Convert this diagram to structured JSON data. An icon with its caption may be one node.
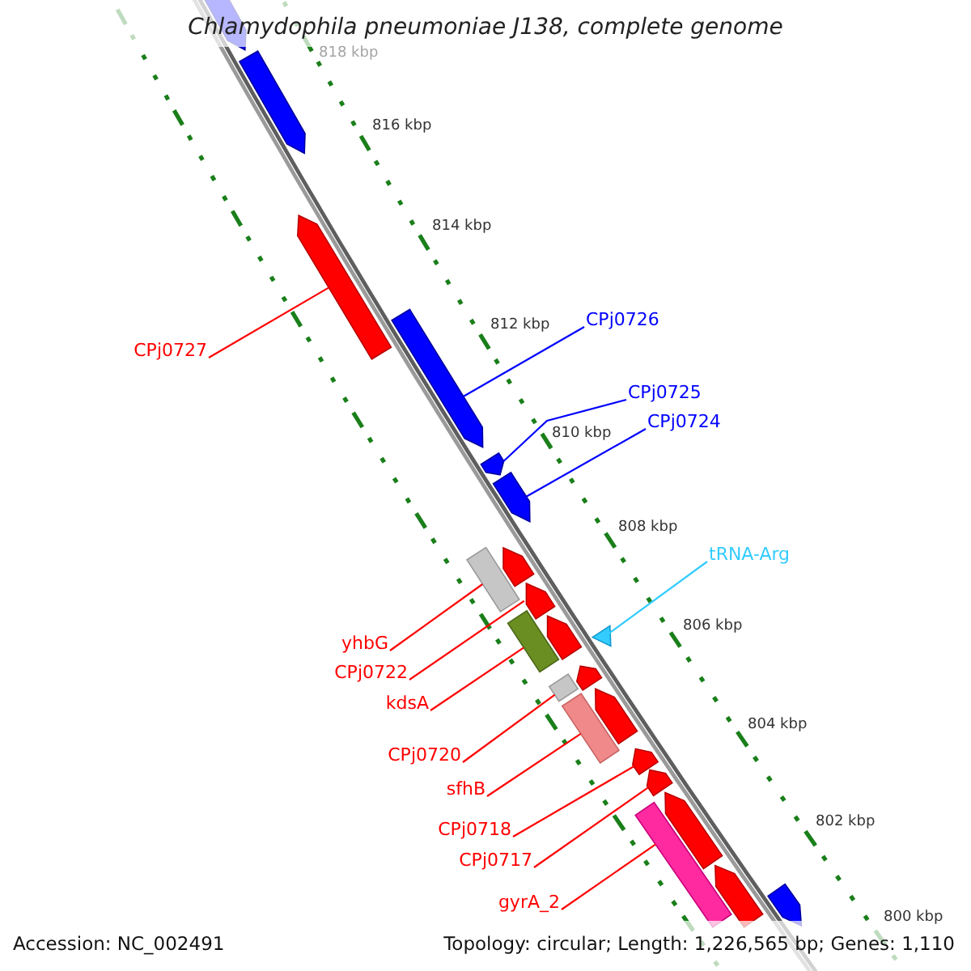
{
  "diagram": {
    "title": "Chlamydophila pneumoniae J138, complete genome",
    "nodes": [
      {
        "text": [
          "CPj0726"
        ]
      },
      {
        "text": [
          "CPj0727"
        ]
      },
      {
        "text": [
          "CPj0725"
        ]
      },
      {
        "text": [
          "CPj0724"
        ]
      },
      {
        "text": [
          "tRNA-Arg"
        ]
      },
      {
        "text": [
          "yhbG"
        ]
      },
      {
        "text": [
          "CPj0722"
        ]
      },
      {
        "text": [
          "kdsA"
        ]
      },
      {
        "text": [
          "CPj0720"
        ]
      },
      {
        "text": [
          "sfhB"
        ]
      },
      {
        "text": [
          "CPj0718"
        ]
      },
      {
        "text": [
          "CPj0717"
        ]
      },
      {
        "text": [
          "gyrA_2"
        ]
      },
      {
        "text": [],
        "shape": "arrow"
      },
      {
        "text": [],
        "shape": "arrow"
      },
      {
        "text": [],
        "shape": "arrow"
      },
      {
        "text": [],
        "shape": "arrow"
      },
      {
        "text": [],
        "shape": "arrow"
      },
      {
        "text": [],
        "shape": "arrow"
      },
      {
        "text": [],
        "shape": "box"
      },
      {
        "text": [],
        "shape": "arrow"
      },
      {
        "text": [],
        "shape": "arrow"
      },
      {
        "text": [],
        "shape": "box"
      },
      {
        "text": [],
        "shape": "arrow"
      },
      {
        "text": [],
        "shape": "triangle"
      },
      {
        "text": [],
        "shape": "arrow"
      },
      {
        "text": [],
        "shape": "box"
      },
      {
        "text": [],
        "shape": "box"
      },
      {
        "text": [],
        "shape": "arrow"
      },
      {
        "text": [],
        "shape": "arrow"
      },
      {
        "text": [],
        "shape": "arrow"
      },
      {
        "text": [],
        "shape": "arrow"
      },
      {
        "text": [],
        "shape": "box"
      },
      {
        "text": [],
        "shape": "arrow"
      },
      {
        "text": [],
        "shape": "arrow"
      }
    ],
    "edges": [
      {
        "from": 1,
        "to": 15,
        "arrow": "none"
      },
      {
        "from": 0,
        "to": 16,
        "arrow": "none",
        "color": "#0000ff"
      },
      {
        "from": 2,
        "to": 17,
        "arrow": "none",
        "color": "#0000ff"
      },
      {
        "from": 3,
        "to": 18,
        "arrow": "none",
        "color": "#0000ff"
      },
      {
        "from": 4,
        "to": 24,
        "arrow": "none",
        "color": "#33ccff"
      },
      {
        "from": 5,
        "to": 19,
        "arrow": "none"
      },
      {
        "from": 6,
        "to": 21,
        "arrow": "none"
      },
      {
        "from": 7,
        "to": 22,
        "arrow": "none"
      },
      {
        "from": 8,
        "to": 26,
        "arrow": "none"
      },
      {
        "from": 9,
        "to": 27,
        "arrow": "none"
      },
      {
        "from": 10,
        "to": 29,
        "arrow": "none"
      },
      {
        "from": 11,
        "to": 30,
        "arrow": "none"
      },
      {
        "from": 12,
        "to": 32,
        "arrow": "none"
      }
    ],
    "labels": [
      "818 kbp",
      "816 kbp",
      "814 kbp",
      "812 kbp",
      "810 kbp",
      "808 kbp",
      "806 kbp",
      "804 kbp",
      "802 kbp",
      "800 kbp",
      "Accession: NC_002491",
      "Topology: circular; Length: 1,226,565 bp; Genes: 1,110"
    ]
  }
}
